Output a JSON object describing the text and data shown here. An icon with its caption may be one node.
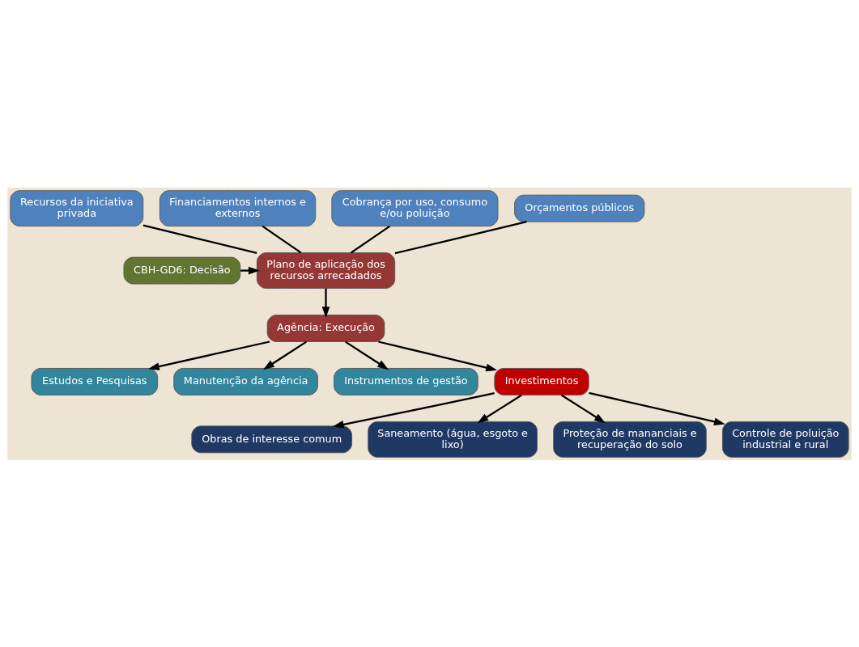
{
  "diagram": {
    "nodes": [
      {
        "text": [
          "Recursos da iniciativa privada"
        ]
      },
      {
        "text": [
          "Financiamentos internos e externos"
        ]
      },
      {
        "text": [
          "Cobrança por uso, consumo e/ou poluição"
        ]
      },
      {
        "text": [
          "Orçamentos públicos"
        ]
      },
      {
        "text": [
          "CBH-GD6: Decisão"
        ]
      },
      {
        "text": [
          "Plano de aplicação dos recursos arrecadados"
        ]
      },
      {
        "text": [
          "Agência: Execução"
        ]
      },
      {
        "text": [
          "Estudos e Pesquisas"
        ]
      },
      {
        "text": [
          "Manutenção da agência"
        ]
      },
      {
        "text": [
          "Instrumentos de gestão"
        ]
      },
      {
        "text": [
          "Investimentos"
        ]
      },
      {
        "text": [
          "Obras de interesse comum"
        ]
      },
      {
        "text": [
          "Saneamento (água, esgoto e lixo)"
        ]
      },
      {
        "text": [
          "Proteção de mananciais e recuperação do solo"
        ]
      },
      {
        "text": [
          "Controle de poluição industrial e rural"
        ]
      }
    ],
    "edges": [
      {
        "from": 0,
        "to": 5,
        "arrow": "none"
      },
      {
        "from": 1,
        "to": 5,
        "arrow": "none"
      },
      {
        "from": 2,
        "to": 5,
        "arrow": "none"
      },
      {
        "from": 3,
        "to": 5,
        "arrow": "none"
      },
      {
        "from": 4,
        "to": 5,
        "arrow": "to"
      },
      {
        "from": 5,
        "to": 6,
        "arrow": "to"
      },
      {
        "from": 6,
        "to": 7,
        "arrow": "to"
      },
      {
        "from": 6,
        "to": 8,
        "arrow": "to"
      },
      {
        "from": 6,
        "to": 9,
        "arrow": "to"
      },
      {
        "from": 6,
        "to": 10,
        "arrow": "to"
      },
      {
        "from": 10,
        "to": 11,
        "arrow": "to"
      },
      {
        "from": 10,
        "to": 12,
        "arrow": "to"
      },
      {
        "from": 10,
        "to": 13,
        "arrow": "to"
      },
      {
        "from": 10,
        "to": 14,
        "arrow": "to"
      }
    ]
  }
}
